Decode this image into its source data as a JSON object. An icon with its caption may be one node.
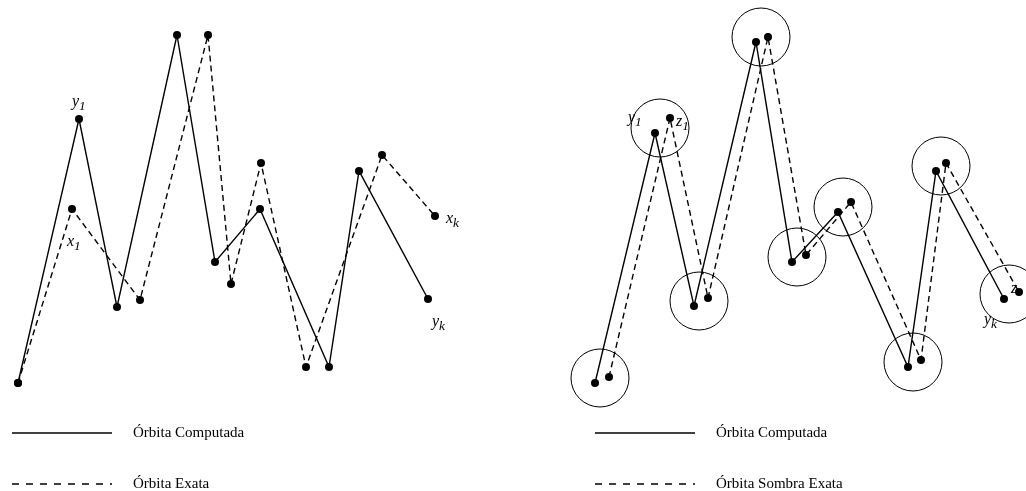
{
  "diagram": {
    "labels": [
      "y$_{1}$",
      "x$_{1}$",
      "x$_{k}$",
      "y$_{k}$",
      "y$_{1}$",
      "z$_{1}$",
      "z",
      "y$_{k}$"
    ],
    "legend": [
      {
        "text": "Órbita Computada"
      },
      {
        "text": "Órbita Exata"
      },
      {
        "text": "Órbita Computada"
      },
      {
        "text": "Órbita Sombra Exata"
      }
    ]
  }
}
